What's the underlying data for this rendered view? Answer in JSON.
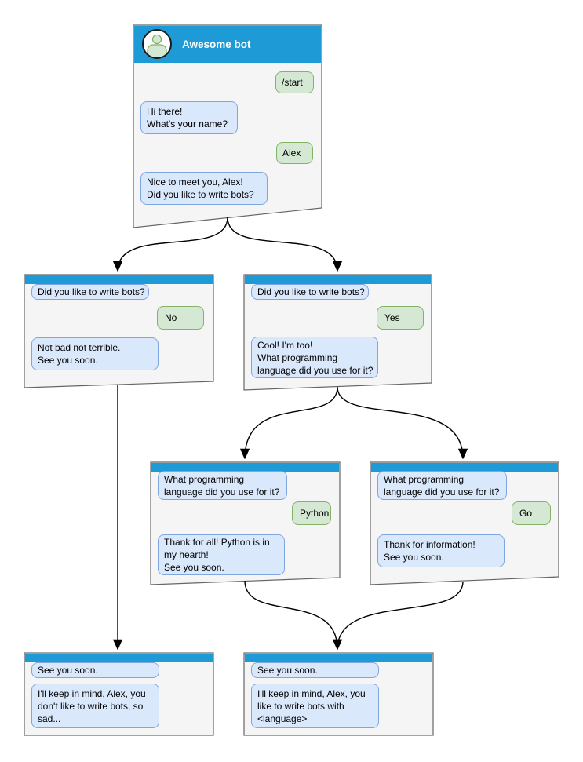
{
  "colors": {
    "header_blue": "#1E9BD7",
    "window_fill": "#F5F5F5",
    "window_border": "#666666",
    "bot_bubble_fill": "#DAE8FC",
    "bot_bubble_border": "#7EA6E0",
    "user_bubble_fill": "#D5E8D4",
    "user_bubble_border": "#82B366",
    "arrow": "#000000"
  },
  "root_window": {
    "title": "Awesome bot",
    "messages": {
      "start": "/start",
      "greeting": "Hi there!\nWhat's your name?",
      "name": "Alex",
      "question": "Nice to meet you, Alex!\nDid you like to write bots?"
    }
  },
  "no_window": {
    "question": "Did you like to write bots?",
    "answer": "No",
    "reply": "Not bad not terrible.\nSee you soon."
  },
  "yes_window": {
    "question": "Did you like to write bots?",
    "answer": "Yes",
    "reply": "Cool! I'm too!\nWhat programming\nlanguage did you use for it?"
  },
  "python_window": {
    "question": "What programming\nlanguage did you use for it?",
    "answer": "Python",
    "reply": "Thank for all! Python is in\nmy hearth!\nSee you soon."
  },
  "go_window": {
    "question": "What programming\nlanguage did you use for it?",
    "answer": "Go",
    "reply": "Thank for information!\nSee you soon."
  },
  "end_no_window": {
    "question": "See you soon.",
    "reply": "I'll keep in mind, Alex, you\ndon't like to write bots, so\nsad..."
  },
  "end_yes_window": {
    "question": "See you soon.",
    "reply": "I'll keep in mind, Alex, you\nlike to write bots with\n<language>"
  }
}
